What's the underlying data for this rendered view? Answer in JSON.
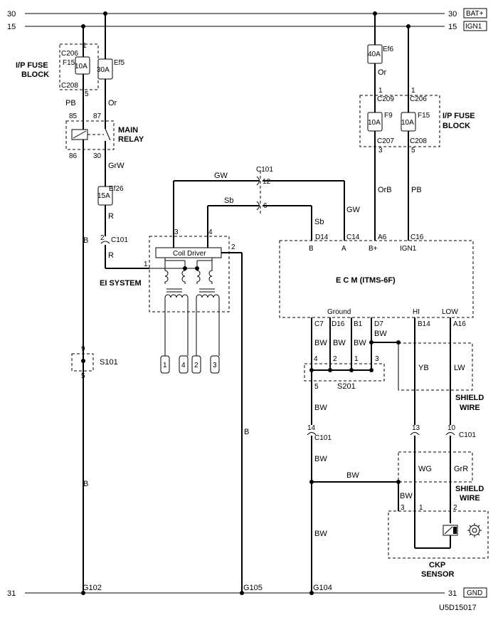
{
  "rails": {
    "bat": {
      "num": "30",
      "tag": "BAT+"
    },
    "ign": {
      "num": "15",
      "tag": "IGN1"
    },
    "gnd": {
      "num": "31",
      "tag": "GND"
    }
  },
  "left": {
    "block_label_1": "I/P FUSE",
    "block_label_2": "BLOCK",
    "conn_top": "C206",
    "pin_top": "1",
    "fuse": "F15",
    "fuse_amp": "10A",
    "conn_bot": "C208",
    "pin_bot": "5",
    "wire_pb": "PB",
    "ef5_amp": "30A",
    "ef5": "Ef5",
    "wire_or": "Or"
  },
  "relay": {
    "label_1": "MAIN",
    "label_2": "RELAY",
    "p85": "85",
    "p87": "87",
    "p86": "86",
    "p30": "30",
    "wire_grw": "GrW",
    "ef26_amp": "15A",
    "ef26": "Ef26",
    "wire_r1": "R",
    "c101_pin": "2",
    "c101": "C101",
    "wire_r2": "R",
    "wire_b": "B"
  },
  "ei": {
    "label": "EI SYSTEM",
    "coil_driver": "Coil Driver",
    "pin3": "3",
    "pin4": "4",
    "pin1": "1",
    "pin2": "2",
    "plugs": [
      "1",
      "4",
      "2",
      "3"
    ],
    "wire_b": "B"
  },
  "c101_top": {
    "name": "C101",
    "pin12": "12",
    "pin6": "6",
    "wire_gw1": "GW",
    "wire_sb1": "Sb",
    "wire_gw2": "GW",
    "wire_sb2": "Sb"
  },
  "s101": {
    "name": "S101",
    "p9": "9",
    "p5": "5",
    "wire_b": "B"
  },
  "right_fuses": {
    "ef6_amp": "40A",
    "ef6": "Ef6",
    "wire_or": "Or",
    "c209_pin": "1",
    "c209": "C209",
    "c206_pin": "1",
    "c206": "C206",
    "f9": "F9",
    "f9_amp": "10A",
    "f15": "F15",
    "f15_amp": "10A",
    "c207_pin": "3",
    "c207": "C207",
    "c208_pin": "5",
    "c208": "C208",
    "block_label_1": "I/P FUSE",
    "block_label_2": "BLOCK",
    "wire_orb": "OrB",
    "wire_pb": "PB"
  },
  "ecm": {
    "title": "E  C  M  (ITMS-6F)",
    "pins_top": [
      "D14",
      "C14",
      "A6",
      "C16"
    ],
    "pins_top_name": [
      "B",
      "A",
      "B+",
      "IGN1"
    ],
    "ground": "Ground",
    "hi": "HI",
    "low": "LOW",
    "pins_bot": [
      "C7",
      "D16",
      "B1",
      "D7",
      "B14",
      "A16"
    ],
    "wire_bw": "BW"
  },
  "s201": {
    "name": "S201",
    "pins": [
      "4",
      "2",
      "1",
      "3"
    ],
    "pin5": "5",
    "wire_bw": "BW"
  },
  "shield": {
    "wire_yb": "YB",
    "wire_lw": "LW",
    "label_1": "SHIELD",
    "label_2": "WIRE",
    "c101": "C101",
    "pin14": "14",
    "pin13": "13",
    "pin10": "10",
    "wire_bw1": "BW",
    "wire_bw2": "BW",
    "wire_wg": "WG",
    "wire_grr": "GrR",
    "label_3": "SHIELD",
    "label_4": "WIRE",
    "wire_bw3": "BW",
    "wire_bw4": "BW"
  },
  "ckp": {
    "label_1": "CKP",
    "label_2": "SENSOR",
    "pin3": "3",
    "pin1": "1",
    "pin2": "2"
  },
  "grounds": {
    "g102": "G102",
    "g105": "G105",
    "g104": "G104"
  },
  "code": "U5D15017"
}
